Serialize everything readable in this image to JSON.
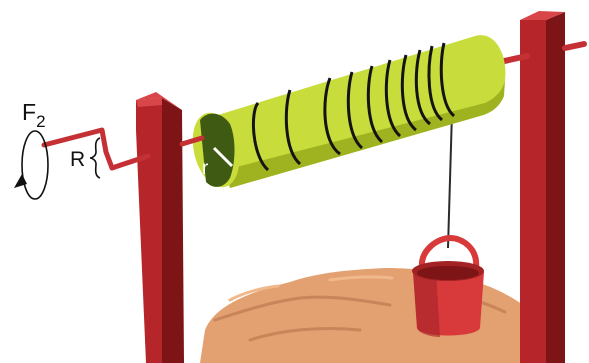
{
  "labels": {
    "force": "F",
    "force_subscript": "2",
    "crank_radius": "R",
    "drum_radius": "r"
  },
  "colors": {
    "post": "#b5252a",
    "post_side": "#7d1416",
    "post_top": "#d9464a",
    "drum": "#c8dc3c",
    "drum_shadow": "#9fb21f",
    "drum_end": "#3f5a12",
    "winding": "#141414",
    "rope": "#2b2b2b",
    "bucket": "#d83a3c",
    "bucket_dark": "#a32224",
    "sand": "#e3a071",
    "sand_dark": "#c98459",
    "axle": "#c43034"
  }
}
